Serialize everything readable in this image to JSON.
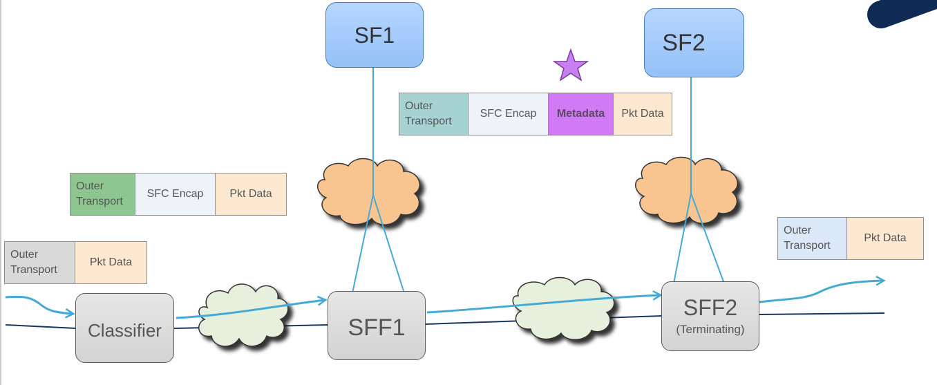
{
  "nodes": {
    "classifier": "Classifier",
    "sff1": "SFF1",
    "sff2_title": "SFF2",
    "sff2_sub": "(Terminating)",
    "sf1": "SF1",
    "sf2": "SF2"
  },
  "packets": {
    "ingress": {
      "outer_transport": "Outer\nTransport",
      "pkt_data": "Pkt Data"
    },
    "classified": {
      "outer_transport": "Outer\nTransport",
      "sfc_encap": "SFC Encap",
      "pkt_data": "Pkt Data"
    },
    "with_metadata": {
      "outer_transport": "Outer\nTransport",
      "sfc_encap": "SFC Encap",
      "metadata": "Metadata",
      "pkt_data": "Pkt Data"
    },
    "egress": {
      "outer_transport": "Outer\nTransport",
      "pkt_data": "Pkt Data"
    }
  },
  "colors": {
    "flow_arrow": "#45a9d6",
    "transport_line": "#17375e",
    "sf_fill": "#a7cbfb",
    "sff_fill": "#dcdcdc",
    "overlay_cloud": "#f8c48f",
    "underlay_cloud": "#e6f0dc",
    "metadata": "#d07bf5",
    "metadata_star": "#c77ff2",
    "pkt_data": "#fde9d2",
    "sfc_encap": "#eef3f9",
    "outer_transport_ingress": "#d9d9d9",
    "outer_transport_classified": "#8ec690",
    "outer_transport_metadata": "#a6d3d2",
    "outer_transport_egress": "#dbe8f8"
  },
  "icons": {
    "metadata_marker": "star-icon",
    "network": "cloud-icon"
  }
}
